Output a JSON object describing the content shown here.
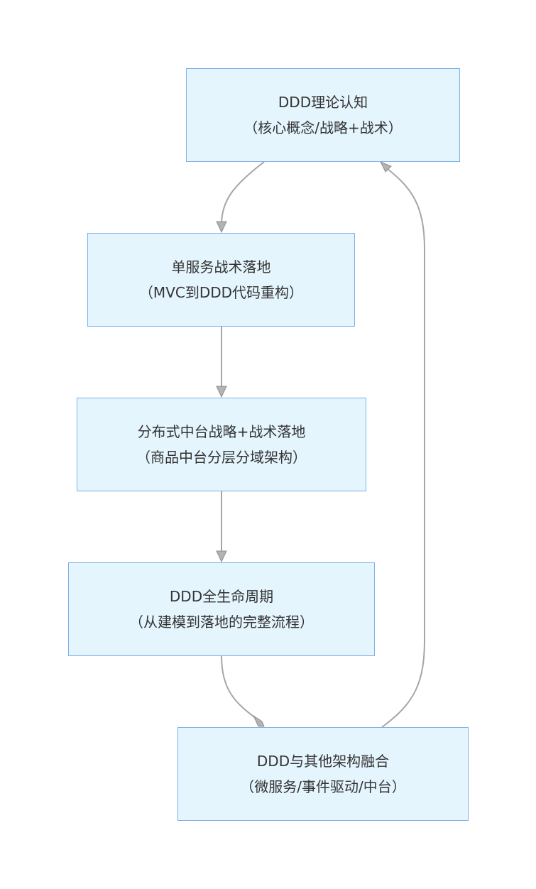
{
  "nodes": [
    {
      "id": "n1",
      "line1": "DDD理论认知",
      "line2": "（核心概念/战略+战术）"
    },
    {
      "id": "n2",
      "line1": "单服务战术落地",
      "line2": "（MVC到DDD代码重构）"
    },
    {
      "id": "n3",
      "line1": "分布式中台战略+战术落地",
      "line2": "（商品中台分层分域架构）"
    },
    {
      "id": "n4",
      "line1": "DDD全生命周期",
      "line2": "（从建模到落地的完整流程）"
    },
    {
      "id": "n5",
      "line1": "DDD与其他架构融合",
      "line2": "（微服务/事件驱动/中台）"
    }
  ],
  "edges": [
    {
      "from": "n1",
      "to": "n2"
    },
    {
      "from": "n2",
      "to": "n3"
    },
    {
      "from": "n3",
      "to": "n4"
    },
    {
      "from": "n4",
      "to": "n5"
    },
    {
      "from": "n5",
      "to": "n1"
    }
  ],
  "colors": {
    "node_fill": "#e5f5fd",
    "node_border": "#7fb0ec",
    "edge": "#a6a6a6",
    "text": "#333333"
  }
}
